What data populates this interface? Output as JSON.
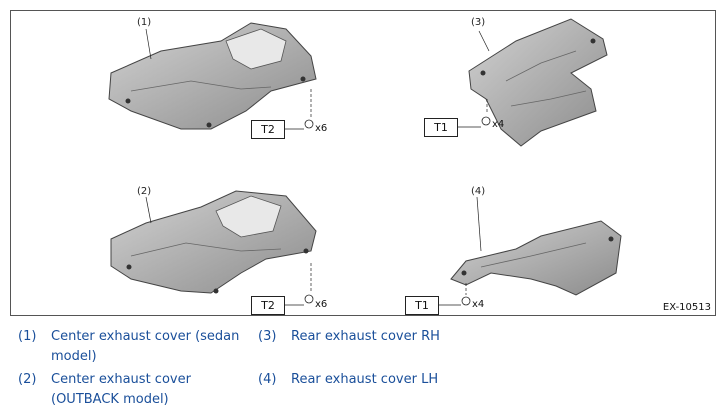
{
  "figure": {
    "id": "EX-10513",
    "callouts": [
      "(1)",
      "(2)",
      "(3)",
      "(4)"
    ],
    "torques": {
      "center_sedan": "T2",
      "center_outback": "T2",
      "rear_rh": "T1",
      "rear_lh": "T1"
    },
    "quantities": {
      "center_sedan": "x6",
      "center_outback": "x6",
      "rear_rh": "x4",
      "rear_lh": "x4"
    }
  },
  "legend": [
    {
      "num": "(1)",
      "text": "Center exhaust cover (sedan model)"
    },
    {
      "num": "(2)",
      "text": "Center exhaust cover (OUTBACK model)"
    },
    {
      "num": "(3)",
      "text": "Rear exhaust cover RH"
    },
    {
      "num": "(4)",
      "text": "Rear exhaust cover LH"
    }
  ],
  "colors": {
    "legend_text": "#1a4f9a",
    "part_fill": "#b9b9b9",
    "part_dark": "#8a8a8a"
  }
}
